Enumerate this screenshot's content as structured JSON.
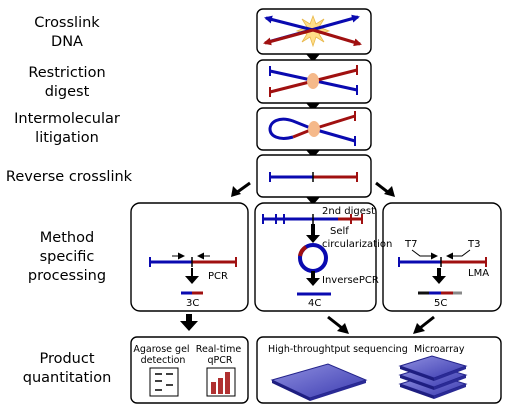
{
  "steps": [
    {
      "line1": "Crosslink",
      "line2": "DNA"
    },
    {
      "line1": "Restriction",
      "line2": "digest"
    },
    {
      "line1": "Intermolecular",
      "line2": "litigation"
    },
    {
      "line1": "Reverse crosslink",
      "line2": ""
    },
    {
      "line1": "Method",
      "line2": "specific",
      "line3": "processing"
    },
    {
      "line1": "Product",
      "line2": "quantitation"
    }
  ],
  "methods": {
    "c3": {
      "name": "3C",
      "step_label": "PCR"
    },
    "c4": {
      "name": "4C",
      "second_digest": "2nd digest",
      "self_line1": "Self",
      "self_line2": "circularization",
      "inverse_pcr": "InversePCR"
    },
    "c5": {
      "name": "5C",
      "primer_left": "T7",
      "primer_right": "T3",
      "step_label": "LMA"
    }
  },
  "quantitation": {
    "gel_line1": "Agarose gel",
    "gel_line2": "detection",
    "qpcr_line1": "Real-time",
    "qpcr_line2": "qPCR",
    "sequencing": "High-throughtput sequencing",
    "microarray": "Microarray"
  },
  "colors": {
    "blue": "#0a0ab0",
    "red": "#a01010",
    "flash": "#ffdd88",
    "junction": "#f5b98a"
  }
}
